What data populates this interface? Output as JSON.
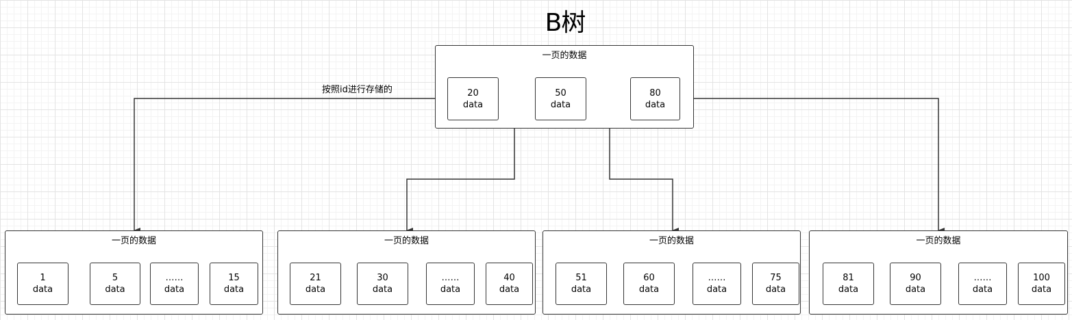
{
  "diagram": {
    "title": "B树",
    "edge_label": "按照id进行存储的",
    "root": {
      "label": "一页的数据",
      "keys": [
        {
          "key": "20",
          "value": "data"
        },
        {
          "key": "50",
          "value": "data"
        },
        {
          "key": "80",
          "value": "data"
        }
      ]
    },
    "leaves": [
      {
        "label": "一页的数据",
        "keys": [
          {
            "key": "1",
            "value": "data"
          },
          {
            "key": "5",
            "value": "data"
          },
          {
            "key": "……",
            "value": "data"
          },
          {
            "key": "15",
            "value": "data"
          }
        ]
      },
      {
        "label": "一页的数据",
        "keys": [
          {
            "key": "21",
            "value": "data"
          },
          {
            "key": "30",
            "value": "data"
          },
          {
            "key": "……",
            "value": "data"
          },
          {
            "key": "40",
            "value": "data"
          }
        ]
      },
      {
        "label": "一页的数据",
        "keys": [
          {
            "key": "51",
            "value": "data"
          },
          {
            "key": "60",
            "value": "data"
          },
          {
            "key": "……",
            "value": "data"
          },
          {
            "key": "75",
            "value": "data"
          }
        ]
      },
      {
        "label": "一页的数据",
        "keys": [
          {
            "key": "81",
            "value": "data"
          },
          {
            "key": "90",
            "value": "data"
          },
          {
            "key": "……",
            "value": "data"
          },
          {
            "key": "100",
            "value": "data"
          }
        ]
      }
    ]
  }
}
